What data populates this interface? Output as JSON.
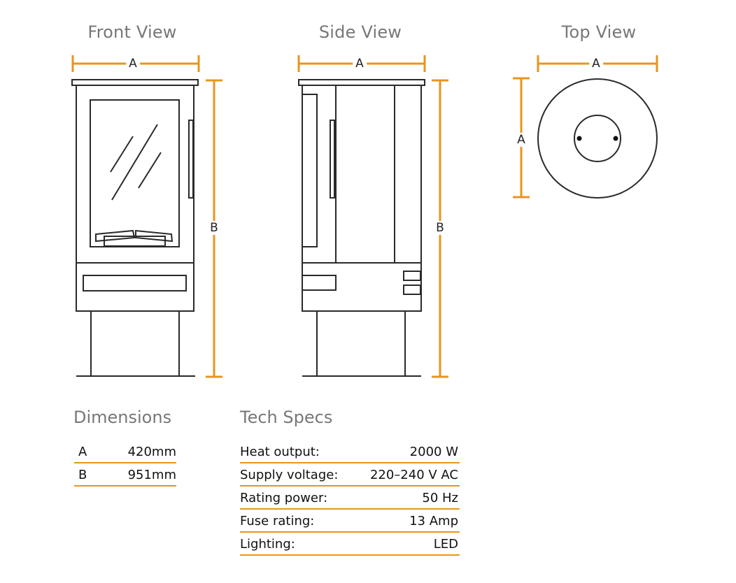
{
  "views": {
    "front_title": "Front View",
    "side_title": "Side View",
    "top_title": "Top View"
  },
  "dimension_labels": {
    "a": "A",
    "b": "B"
  },
  "dimensions": {
    "title": "Dimensions",
    "rows": [
      {
        "key": "A",
        "value": "420mm"
      },
      {
        "key": "B",
        "value": "951mm"
      }
    ]
  },
  "tech_specs": {
    "title": "Tech Specs",
    "rows": [
      {
        "key": "Heat output:",
        "value": "2000 W"
      },
      {
        "key": "Supply voltage:",
        "value": "220–240 V AC"
      },
      {
        "key": "Rating power:",
        "value": "50 Hz"
      },
      {
        "key": "Fuse rating:",
        "value": "13 Amp"
      },
      {
        "key": "Lighting:",
        "value": "LED"
      }
    ]
  },
  "colors": {
    "accent": "#E8951C",
    "line": "#2a2a2a",
    "title_gray": "#777777"
  }
}
